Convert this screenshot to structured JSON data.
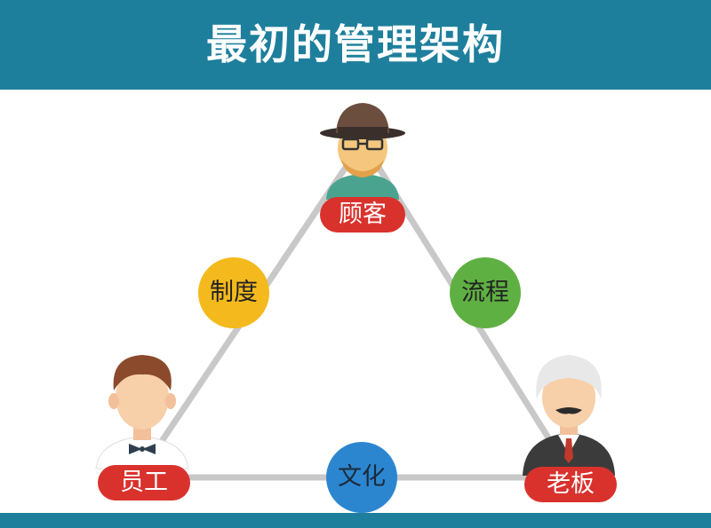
{
  "title": "最初的管理架构",
  "roles": {
    "customer": "顾客",
    "employee": "员工",
    "boss": "老板"
  },
  "links": {
    "system": "制度",
    "process": "流程",
    "culture": "文化"
  },
  "colors": {
    "header": "#1e7f9c",
    "role_tag": "#d9322d",
    "system": "#f4b91c",
    "process": "#5fb043",
    "culture": "#2c86cf",
    "line": "#c8c8c8"
  }
}
